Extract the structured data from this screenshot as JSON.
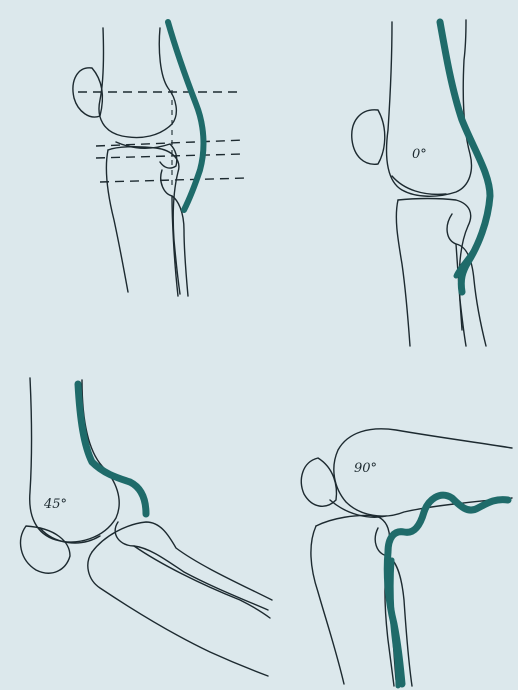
{
  "colors": {
    "background": "#dce8ec",
    "ink": "#1d2a30",
    "nerve": "#1f6b6a"
  },
  "panels": [
    {
      "id": "top-left",
      "angle_label": ""
    },
    {
      "id": "top-right",
      "angle_label": "0°"
    },
    {
      "id": "bottom-left",
      "angle_label": "45°"
    },
    {
      "id": "bottom-right",
      "angle_label": "90°"
    }
  ]
}
